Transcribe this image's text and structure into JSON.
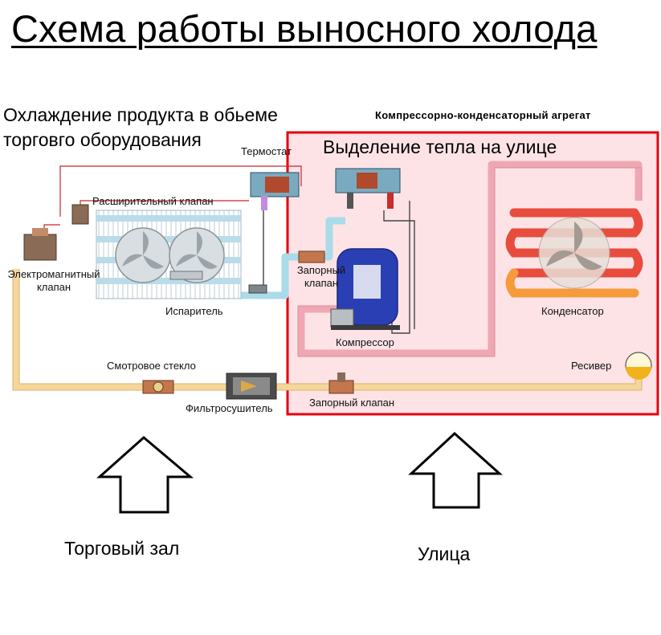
{
  "title": "Схема работы выносного холода",
  "cooling_zone": {
    "heading": "Охлаждение продукта в обьеме торговго оборудования"
  },
  "condensing_unit": {
    "title": "Компрессорно-конденсаторный агрегат",
    "heading": "Выделение тепла на улице"
  },
  "components": {
    "thermostat": "Термостат",
    "expansion_valve": "Расширительный клапан",
    "solenoid_valve": "Электромагнитный клапан",
    "evaporator": "Испаритель",
    "sight_glass": "Смотровое стекло",
    "filter_drier": "Фильтросушитель",
    "shutoff_valve_suction": "Запорный клапан",
    "compressor": "Компрессор",
    "condenser": "Конденсатор",
    "receiver": "Ресивер",
    "shutoff_valve_liquid": "Запорный клапан"
  },
  "arrows": {
    "sales_floor": "Торговый зал",
    "street": "Улица"
  },
  "colors": {
    "unit_border": "#e3000f",
    "unit_fill": "#fde3e6",
    "liquid_line": "#f5d79c",
    "suction_line": "#f0a7b4",
    "cold_line": "#a9dbe8",
    "hot_coil": "#e84c3d",
    "compressor": "#2b3fb5"
  }
}
